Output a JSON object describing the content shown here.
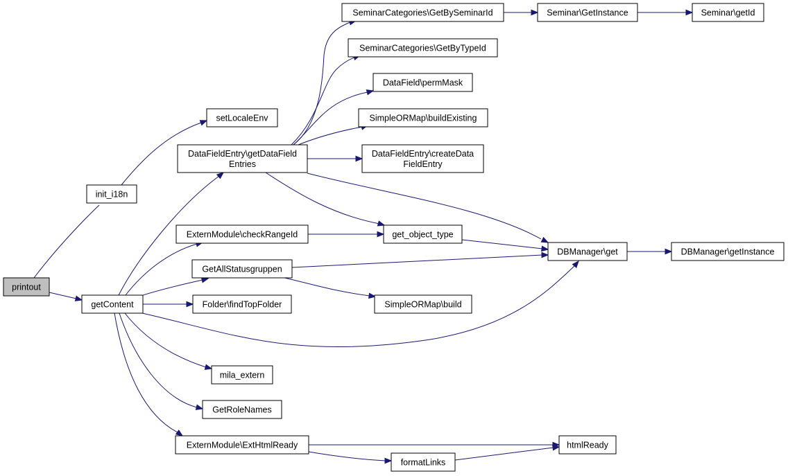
{
  "nodes": [
    {
      "id": "printout",
      "lines": [
        "printout"
      ],
      "root": true
    },
    {
      "id": "init_i18n",
      "lines": [
        "init_i18n"
      ]
    },
    {
      "id": "getContent",
      "lines": [
        "getContent"
      ]
    },
    {
      "id": "setLocaleEnv",
      "lines": [
        "setLocaleEnv"
      ]
    },
    {
      "id": "getDataFieldEntries",
      "lines": [
        "DataFieldEntry\\getDataField",
        "Entries"
      ]
    },
    {
      "id": "checkRangeId",
      "lines": [
        "ExternModule\\checkRangeId"
      ]
    },
    {
      "id": "getAllStatusgruppen",
      "lines": [
        "GetAllStatusgruppen"
      ]
    },
    {
      "id": "findTopFolder",
      "lines": [
        "Folder\\findTopFolder"
      ]
    },
    {
      "id": "mila_extern",
      "lines": [
        "mila_extern"
      ]
    },
    {
      "id": "getRoleNames",
      "lines": [
        "GetRoleNames"
      ]
    },
    {
      "id": "extHtmlReady",
      "lines": [
        "ExternModule\\ExtHtmlReady"
      ]
    },
    {
      "id": "getBySeminarId",
      "lines": [
        "SeminarCategories\\GetBySeminarId"
      ]
    },
    {
      "id": "getByTypeId",
      "lines": [
        "SeminarCategories\\GetByTypeId"
      ]
    },
    {
      "id": "permMask",
      "lines": [
        "DataField\\permMask"
      ]
    },
    {
      "id": "buildExisting",
      "lines": [
        "SimpleORMap\\buildExisting"
      ]
    },
    {
      "id": "createDataFieldEntry",
      "lines": [
        "DataFieldEntry\\createData",
        "FieldEntry"
      ]
    },
    {
      "id": "get_object_type",
      "lines": [
        "get_object_type"
      ]
    },
    {
      "id": "sormBuild",
      "lines": [
        "SimpleORMap\\build"
      ]
    },
    {
      "id": "formatLinks",
      "lines": [
        "formatLinks"
      ]
    },
    {
      "id": "seminarGetInstance",
      "lines": [
        "Seminar\\GetInstance"
      ]
    },
    {
      "id": "seminarGetId",
      "lines": [
        "Seminar\\getId"
      ]
    },
    {
      "id": "dbGet",
      "lines": [
        "DBManager\\get"
      ]
    },
    {
      "id": "htmlReady",
      "lines": [
        "htmlReady"
      ]
    },
    {
      "id": "dbGetInstance",
      "lines": [
        "DBManager\\getInstance"
      ]
    }
  ],
  "edges": [
    {
      "from": "printout",
      "to": "init_i18n"
    },
    {
      "from": "printout",
      "to": "getContent"
    },
    {
      "from": "init_i18n",
      "to": "setLocaleEnv"
    },
    {
      "from": "getContent",
      "to": "getDataFieldEntries"
    },
    {
      "from": "getContent",
      "to": "checkRangeId"
    },
    {
      "from": "getContent",
      "to": "getAllStatusgruppen"
    },
    {
      "from": "getContent",
      "to": "findTopFolder"
    },
    {
      "from": "getContent",
      "to": "dbGet"
    },
    {
      "from": "getContent",
      "to": "mila_extern"
    },
    {
      "from": "getContent",
      "to": "getRoleNames"
    },
    {
      "from": "getContent",
      "to": "extHtmlReady"
    },
    {
      "from": "getDataFieldEntries",
      "to": "getBySeminarId"
    },
    {
      "from": "getDataFieldEntries",
      "to": "getByTypeId"
    },
    {
      "from": "getDataFieldEntries",
      "to": "permMask"
    },
    {
      "from": "getDataFieldEntries",
      "to": "buildExisting"
    },
    {
      "from": "getDataFieldEntries",
      "to": "createDataFieldEntry"
    },
    {
      "from": "getDataFieldEntries",
      "to": "dbGet"
    },
    {
      "from": "getDataFieldEntries",
      "to": "get_object_type"
    },
    {
      "from": "checkRangeId",
      "to": "get_object_type"
    },
    {
      "from": "getAllStatusgruppen",
      "to": "dbGet"
    },
    {
      "from": "getAllStatusgruppen",
      "to": "sormBuild"
    },
    {
      "from": "extHtmlReady",
      "to": "htmlReady"
    },
    {
      "from": "extHtmlReady",
      "to": "formatLinks"
    },
    {
      "from": "formatLinks",
      "to": "htmlReady"
    },
    {
      "from": "getBySeminarId",
      "to": "seminarGetInstance"
    },
    {
      "from": "seminarGetInstance",
      "to": "seminarGetId"
    },
    {
      "from": "get_object_type",
      "to": "dbGet"
    },
    {
      "from": "dbGet",
      "to": "dbGetInstance"
    }
  ]
}
